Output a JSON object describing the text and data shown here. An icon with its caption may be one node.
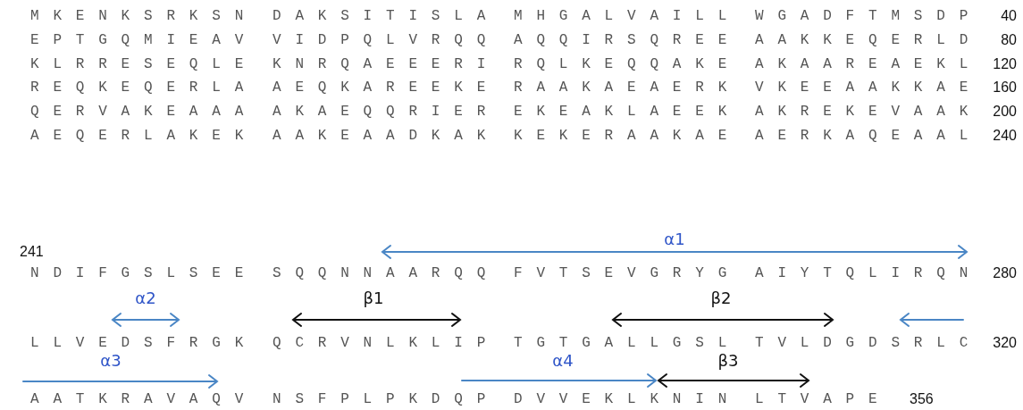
{
  "diagram": {
    "labels": [
      "M K E N K S R K S N",
      "D A K S I T I S L A",
      "M H G A L V A I L L",
      "W G A D F T M S D P",
      "40",
      "E P T G Q M I E A V",
      "V I D P Q L V R Q Q",
      "A Q Q I R S Q R E E",
      "A A K K E Q E R L D",
      "80",
      "K L R R E S E Q L E",
      "K N R Q A E E E R I",
      "R Q L K E Q Q A K E",
      "A K A A R E A E K L",
      "120",
      "R E Q K E Q E R L A",
      "A E Q K A R E E K E",
      "R A A K A E A E R K",
      "V K E E A A K K A E",
      "160",
      "Q E R V A K E A A A",
      "A K A E Q Q R I E R",
      "E K E A K L A E E K",
      "A K R E K E V A A K",
      "200",
      "A E Q E R L A K E K",
      "A A K E A A D K A K",
      "K E K E R A A K A E",
      "A E R K A Q E A A L",
      "240",
      "α1",
      "241",
      "N D I F G S L S E E",
      "S Q Q N N A A R Q Q",
      "F V T S E V G R Y G",
      "A I Y T Q L I R Q N",
      "280",
      "α2",
      "β1",
      "β2",
      "L L V E D S F R G K",
      "Q C R V N L K L I P",
      "T G T G A L L G S L",
      "T V L D G D S R L C",
      "320",
      "α3",
      "α4",
      "β3",
      "A A T K R A V A Q V",
      "N S F P L P K D Q P",
      "D V V E K L K N I N",
      "L T V A P E",
      "356"
    ]
  }
}
